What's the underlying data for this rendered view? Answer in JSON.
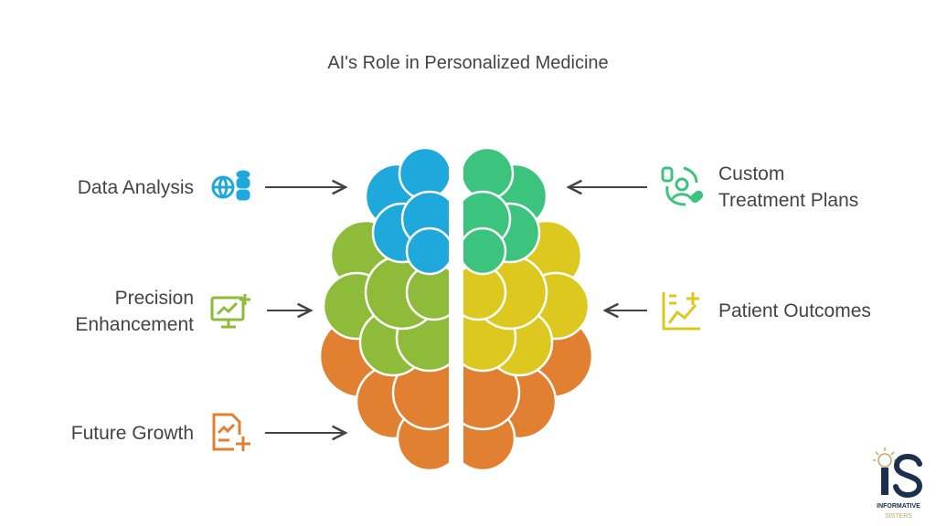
{
  "title": "AI's Role in Personalized Medicine",
  "left_items": [
    {
      "label_lines": [
        "Data Analysis"
      ],
      "icon": "globe-database-icon",
      "color": "#1fa8dc"
    },
    {
      "label_lines": [
        "Precision",
        "Enhancement"
      ],
      "icon": "monitor-chart-plus-icon",
      "color": "#8fbb3a"
    },
    {
      "label_lines": [
        "Future Growth"
      ],
      "icon": "document-chart-plus-icon",
      "color": "#e08030"
    }
  ],
  "right_items": [
    {
      "label_lines": [
        "Custom",
        "Treatment Plans"
      ],
      "icon": "patient-pill-icon",
      "color": "#3cc47f"
    },
    {
      "label_lines": [
        "Patient Outcomes"
      ],
      "icon": "chart-plus-icon",
      "color": "#dcc81f"
    }
  ],
  "logo": {
    "letters": "iS",
    "line1": "INFORMATIVE",
    "line2": "SISTERS"
  }
}
